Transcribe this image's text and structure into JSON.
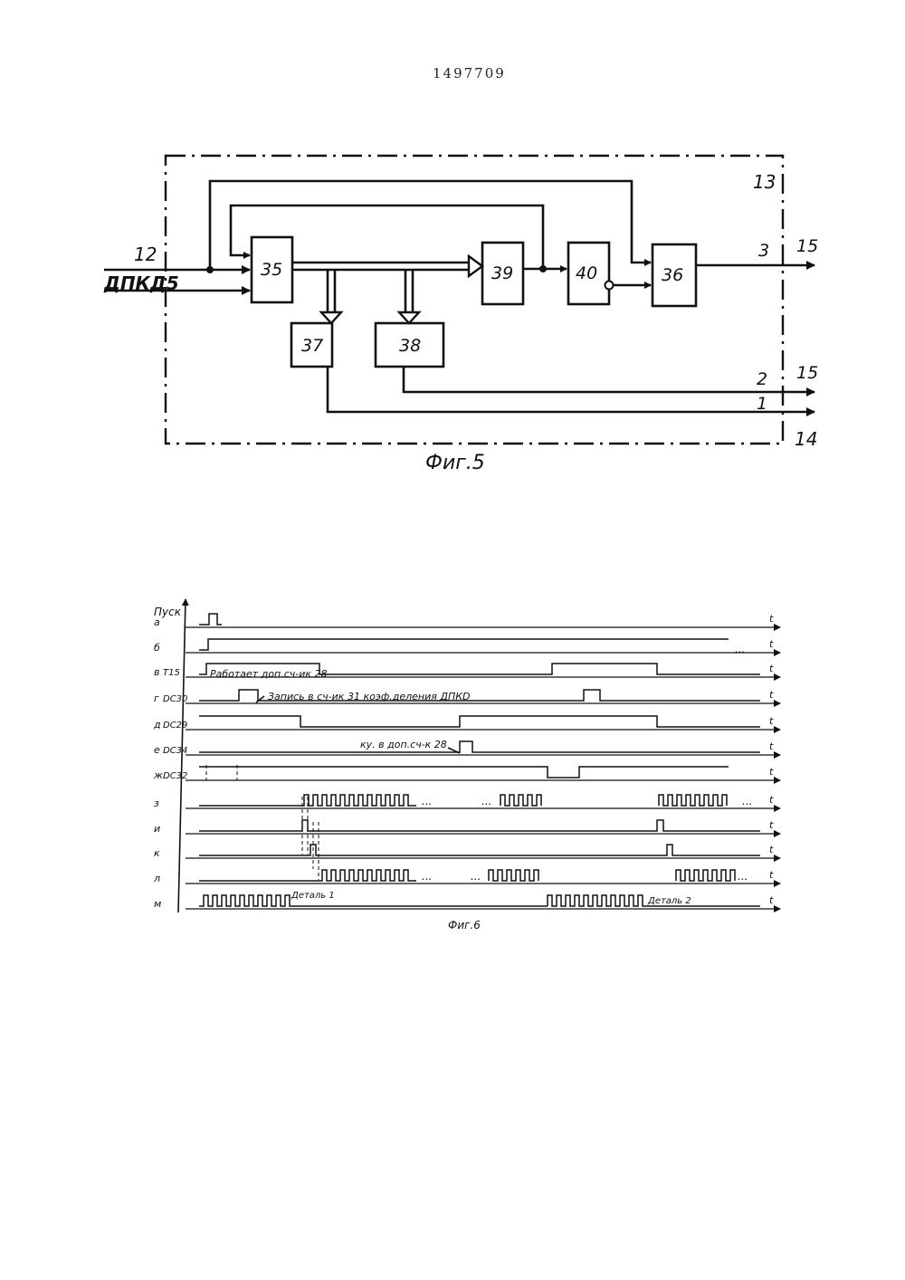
{
  "page_number": "1497709",
  "fig5": {
    "caption": "Фиг.5",
    "frame_label_top": "13",
    "frame_label_bottom": "14",
    "input_12": "12",
    "input_dpkd": "ДПКД5",
    "blocks": {
      "b35": "35",
      "b36": "36",
      "b37": "37",
      "b38": "38",
      "b39": "39",
      "b40": "40"
    },
    "outputs": {
      "out3_num": "3",
      "out3_dest": "15",
      "out2_num": "2",
      "out2_dest": "15",
      "out1_num": "1",
      "out1_dest": "14"
    }
  },
  "fig6": {
    "caption": "Фиг.6",
    "pusk": "Пуск",
    "rows": [
      {
        "letter": "а",
        "name": ""
      },
      {
        "letter": "б",
        "name": ""
      },
      {
        "letter": "в",
        "name": "Т15"
      },
      {
        "letter": "г",
        "name": "DC30"
      },
      {
        "letter": "д",
        "name": "DC29"
      },
      {
        "letter": "е",
        "name": "DC34"
      },
      {
        "letter": "ж",
        "name": "DC32"
      },
      {
        "letter": "з",
        "name": ""
      },
      {
        "letter": "и",
        "name": ""
      },
      {
        "letter": "к",
        "name": ""
      },
      {
        "letter": "л",
        "name": ""
      },
      {
        "letter": "м",
        "name": ""
      }
    ],
    "t_label": "t",
    "note_work": "Работает доп.сч-ик 28",
    "note_write": "Запись в сч-ик 31 коэф.деления ДПКD",
    "note_ku": "ку. в доп.сч-к 28",
    "detal1": "Деталь 1",
    "detal2": "Деталь 2",
    "ellipsis": "..."
  }
}
